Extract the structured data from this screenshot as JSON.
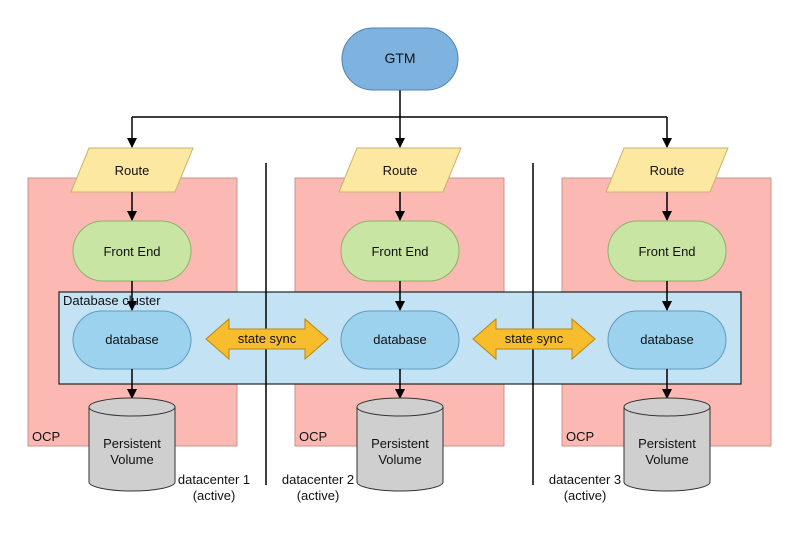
{
  "colors": {
    "gtm": "#7fb3df",
    "route": "#fde8a2",
    "frontend": "#c9e5a4",
    "database": "#9dd2ee",
    "cluster": "#c3e3f4",
    "ocp": "#fcb8b2",
    "volume": "#cfcfcf",
    "sync": "#f7bd2c",
    "line": "#000000"
  },
  "gtm": {
    "label": "GTM"
  },
  "cluster": {
    "label": "Database cluster"
  },
  "sync_label": "state sync",
  "datacenters": [
    {
      "route": "Route",
      "frontend": "Front End",
      "database": "database",
      "ocp": "OCP",
      "volume": [
        "Persistent",
        "Volume"
      ],
      "name": "datacenter 1",
      "status": "(active)"
    },
    {
      "route": "Route",
      "frontend": "Front End",
      "database": "database",
      "ocp": "OCP",
      "volume": [
        "Persistent",
        "Volume"
      ],
      "name": "datacenter 2",
      "status": "(active)"
    },
    {
      "route": "Route",
      "frontend": "Front End",
      "database": "database",
      "ocp": "OCP",
      "volume": [
        "Persistent",
        "Volume"
      ],
      "name": "datacenter 3",
      "status": "(active)"
    }
  ]
}
